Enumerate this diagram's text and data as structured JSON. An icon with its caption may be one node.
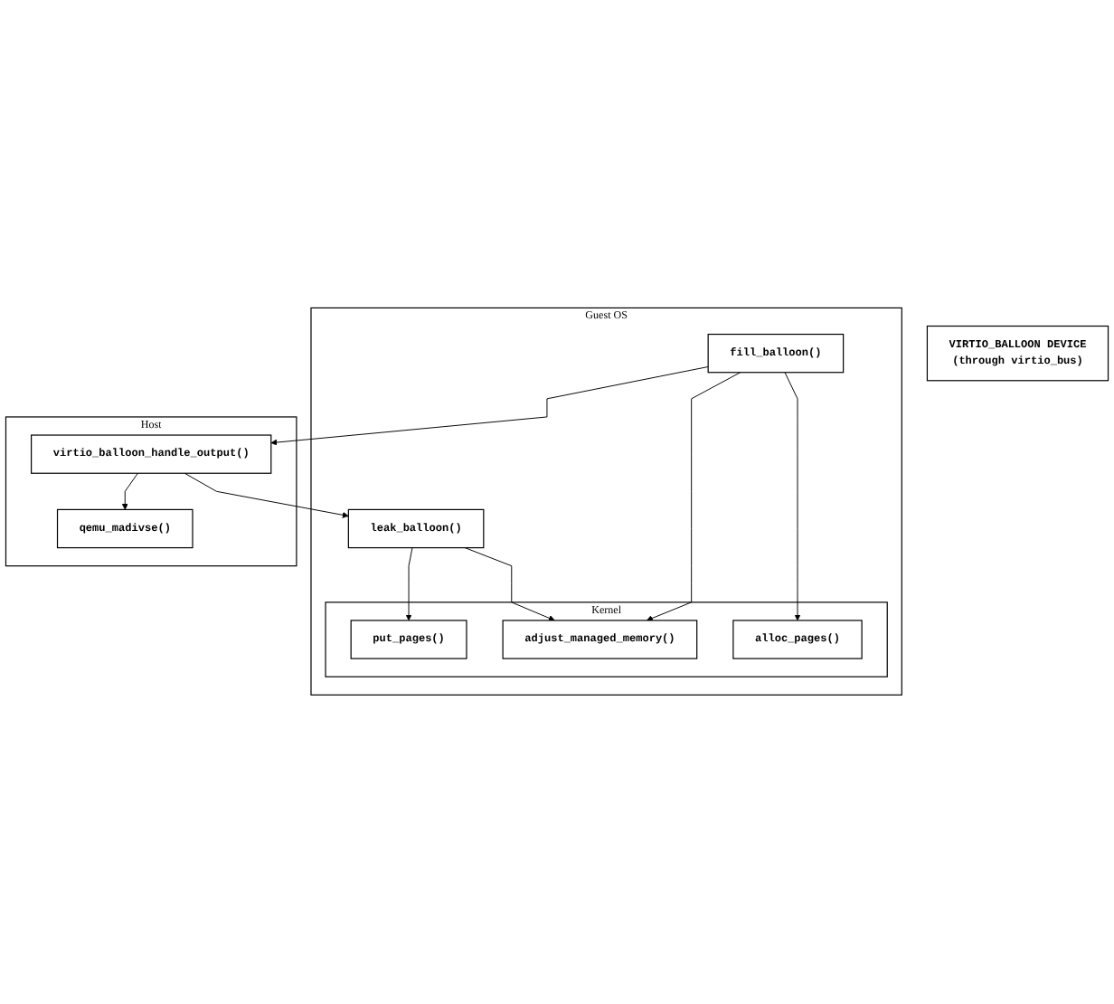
{
  "diagram": {
    "nodes": [
      {
        "text": [
          "Guest OS"
        ]
      },
      {
        "text": [
          "Kernel"
        ],
        "in": 0
      },
      {
        "text": [
          "alloc_pages()"
        ],
        "in": 1
      },
      {
        "text": [
          "adjust_managed_memory()"
        ],
        "in": 1
      },
      {
        "text": [
          "put_pages()"
        ],
        "in": 1
      },
      {
        "text": [
          "fill_balloon()"
        ],
        "in": 0
      },
      {
        "text": [
          "leak_balloon()"
        ],
        "in": 0
      },
      {
        "text": [
          "VIRTIO_BALLOON DEVICE",
          "(through **virtio_bus**)"
        ]
      },
      {
        "text": [
          "Host"
        ]
      },
      {
        "text": [
          "virtio_balloon_handle_output()"
        ],
        "in": 8
      },
      {
        "text": [
          "qemu_madivse()"
        ],
        "in": 8
      }
    ],
    "edges": [
      {
        "from": 5,
        "to": 2,
        "arrow": "to"
      },
      {
        "from": 5,
        "to": 3,
        "arrow": "to"
      },
      {
        "from": 6,
        "to": 3,
        "arrow": "to"
      },
      {
        "from": 6,
        "to": 4,
        "arrow": "to"
      },
      {
        "from": 5,
        "to": 9,
        "arrow": "to"
      },
      {
        "from": 9,
        "to": 6,
        "arrow": "to"
      },
      {
        "from": 9,
        "to": 10,
        "arrow": "to"
      }
    ]
  }
}
